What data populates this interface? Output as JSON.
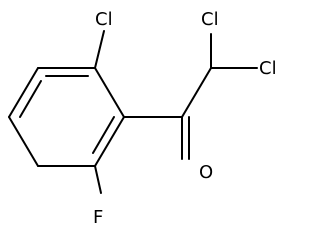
{
  "molecule": {
    "atoms": {
      "cl_ring": "Cl",
      "cl_alpha_1": "Cl",
      "cl_alpha_2": "Cl",
      "oxygen": "O",
      "fluorine": "F"
    },
    "colors": {
      "bond": "#000000",
      "label": "#000000",
      "background": "#ffffff"
    }
  }
}
